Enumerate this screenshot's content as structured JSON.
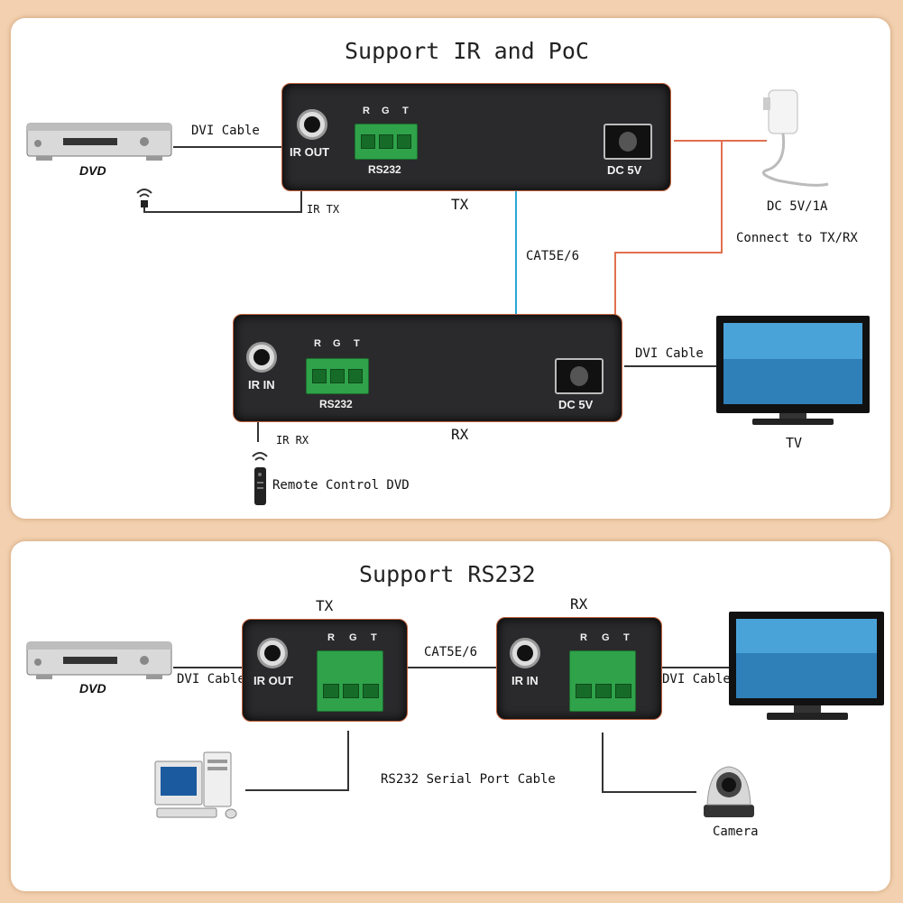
{
  "panel1": {
    "title": "Support IR and PoC",
    "tx_label": "TX",
    "rx_label": "RX",
    "dvi_cable_left": "DVI Cable",
    "dvi_cable_right": "DVI Cable",
    "ir_tx": "IR TX",
    "ir_rx": "IR RX",
    "cat": "CAT5E/6",
    "power": "DC 5V/1A",
    "connect": "Connect to TX/RX",
    "tv": "TV",
    "remote": "Remote Control DVD",
    "dvd": "DVD",
    "tx_device": {
      "ir": "IR OUT",
      "rgt": [
        "R",
        "G",
        "T"
      ],
      "rs232": "RS232",
      "dc": "DC 5V"
    },
    "rx_device": {
      "ir": "IR IN",
      "rgt": [
        "R",
        "G",
        "T"
      ],
      "rs232": "RS232",
      "dc": "DC 5V"
    }
  },
  "panel2": {
    "title": "Support RS232",
    "tx_label": "TX",
    "rx_label": "RX",
    "cat": "CAT5E/6",
    "dvi_cable_left": "DVI Cable",
    "dvi_cable_right": "DVI Cable",
    "serial": "RS232 Serial Port Cable",
    "camera": "Camera",
    "dvd": "DVD",
    "tx_device": {
      "ir": "IR OUT",
      "rgt": [
        "R",
        "G",
        "T"
      ]
    },
    "rx_device": {
      "ir": "IR IN",
      "rgt": [
        "R",
        "G",
        "T"
      ]
    }
  },
  "colors": {
    "background": "#f3d1b0",
    "power_line": "#e07050",
    "cat_line": "#2aa8d8",
    "terminal": "#2fa24a"
  }
}
